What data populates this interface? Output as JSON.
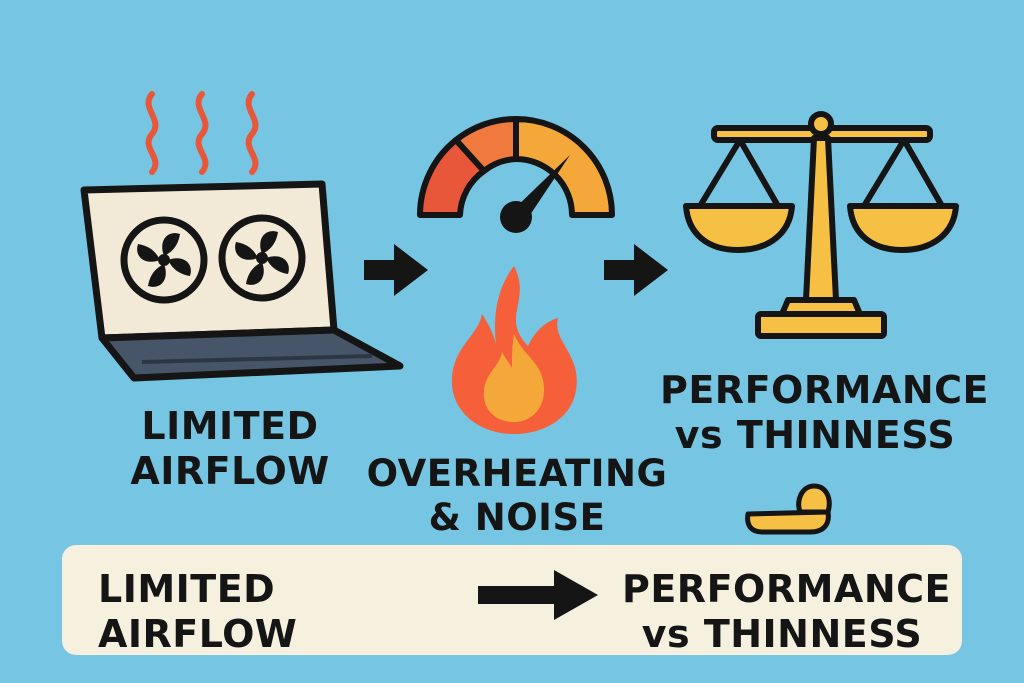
{
  "steps": [
    {
      "icon": "laptop-fans-icon",
      "label_lines": [
        "LIMITED",
        "AIRFLOW"
      ]
    },
    {
      "icons": [
        "temperature-gauge-icon",
        "flame-icon"
      ],
      "label_lines": [
        "OVERHEATING",
        "& NOISE"
      ]
    },
    {
      "icon": "balance-scale-icon",
      "label_lines": [
        "PERFORMANCE",
        "vs THINNESS"
      ]
    }
  ],
  "summary": {
    "from_label": "LIMITED AIRFLOW",
    "to_lines": [
      "PERFORMANCE",
      "vs THINNESS"
    ]
  },
  "colors": {
    "background": "#76c6e3",
    "panel": "#f6f0df",
    "heat_red": "#e8573a",
    "flame_orange": "#f5603a",
    "gauge_yellow": "#f5a83a",
    "scale_gold": "#f5c043",
    "ink": "#151515"
  }
}
